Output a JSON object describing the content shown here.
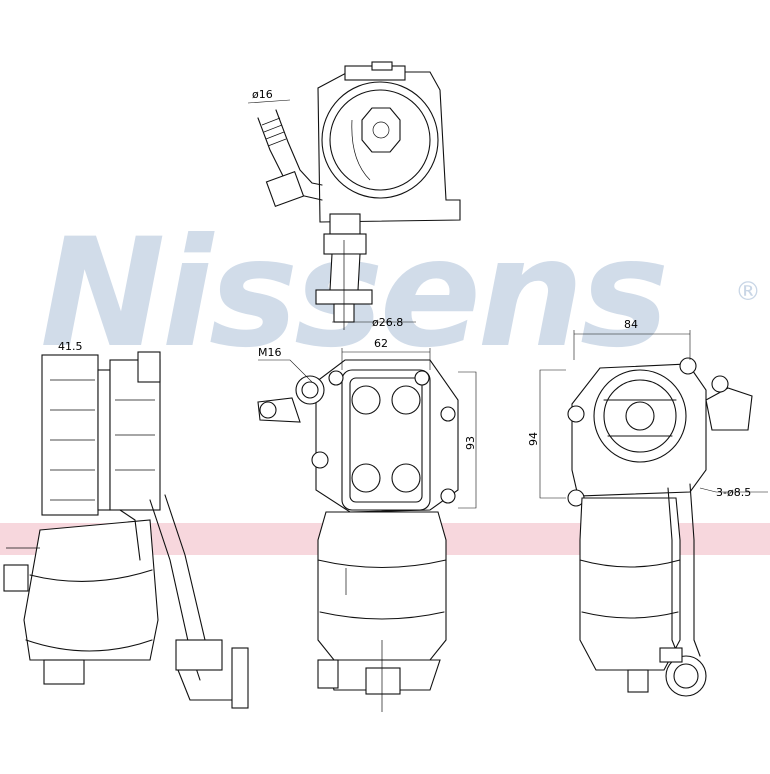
{
  "brand": {
    "watermark": "Nissens",
    "registered_mark": "®",
    "watermark_color": "#c9d6e6",
    "band_color": "#f4c9d2"
  },
  "dimensions": {
    "hose_diameter": "ø16",
    "outlet_diameter": "ø26.8",
    "top_width": "62",
    "thread": "M16",
    "side_height": "93",
    "side_depth": "41.5",
    "right_width": "84",
    "right_height": "94",
    "holes": "3-ø8.5"
  }
}
